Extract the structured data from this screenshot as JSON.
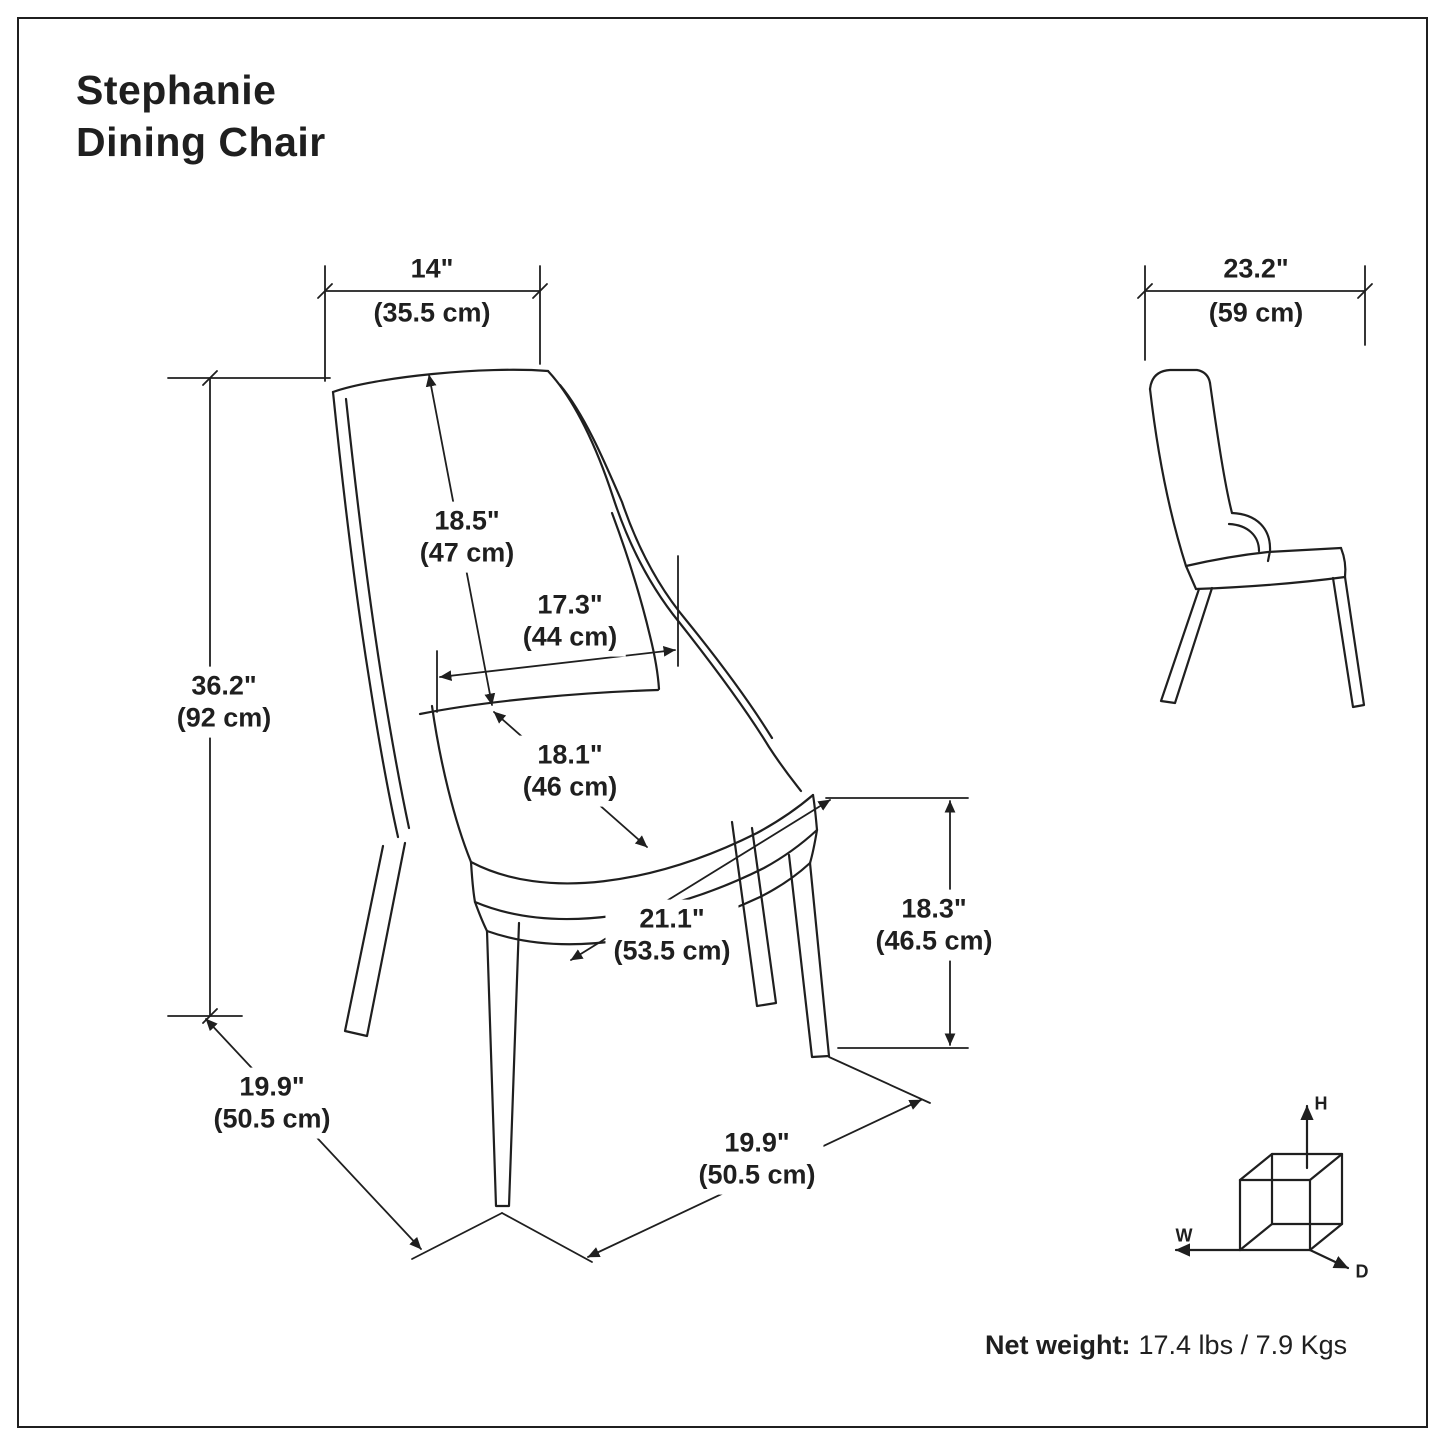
{
  "title": {
    "line1": "Stephanie",
    "line2": "Dining Chair"
  },
  "dimensions": {
    "back_width": {
      "in": "14\"",
      "cm": "(35.5 cm)"
    },
    "side_depth": {
      "in": "23.2\"",
      "cm": "(59 cm)"
    },
    "overall_height": {
      "in": "36.2\"",
      "cm": "(92 cm)"
    },
    "back_height": {
      "in": "18.5\"",
      "cm": "(47 cm)"
    },
    "inner_seat_width": {
      "in": "17.3\"",
      "cm": "(44 cm)"
    },
    "seat_depth": {
      "in": "18.1\"",
      "cm": "(46 cm)"
    },
    "seat_width": {
      "in": "21.1\"",
      "cm": "(53.5 cm)"
    },
    "seat_height": {
      "in": "18.3\"",
      "cm": "(46.5 cm)"
    },
    "base_depth_left": {
      "in": "19.9\"",
      "cm": "(50.5 cm)"
    },
    "base_depth_front": {
      "in": "19.9\"",
      "cm": "(50.5 cm)"
    }
  },
  "net_weight": {
    "label": "Net weight:",
    "value": "17.4 lbs / 7.9 Kgs"
  },
  "axis_cube": {
    "height_axis": "H",
    "width_axis": "W",
    "depth_axis": "D"
  },
  "colors": {
    "line": "#1f1f1f",
    "background": "#ffffff"
  }
}
